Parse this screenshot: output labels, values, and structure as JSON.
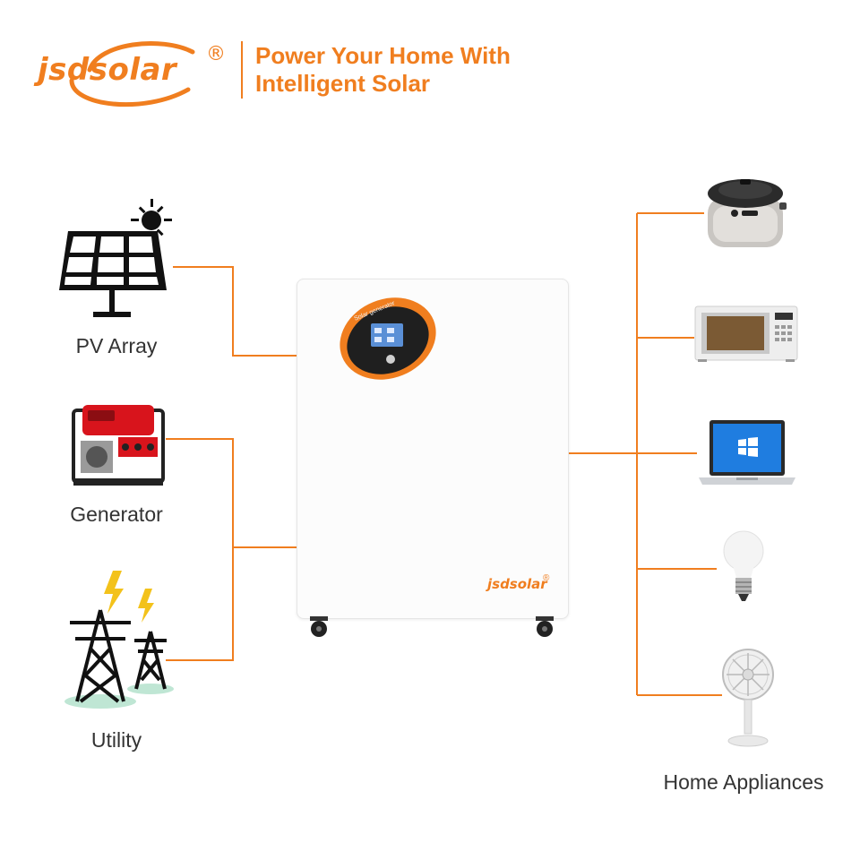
{
  "header": {
    "brand": "jsdsolar",
    "registered_mark": "®",
    "tagline_line1": "Power Your Home With",
    "tagline_line2": "Intelligent Solar"
  },
  "inputs": {
    "pv_array": "PV Array",
    "generator": "Generator",
    "utility": "Utility"
  },
  "outputs": {
    "label": "Home Appliances",
    "items": [
      "rice-cooker",
      "microwave",
      "laptop",
      "light-bulb",
      "desk-fan"
    ]
  },
  "unit": {
    "brand": "jsdsolar",
    "registered_mark": "®",
    "screen_label": "Solar generator"
  },
  "colors": {
    "accent": "#f07e1f",
    "wire": "#f07e1f",
    "text": "#333333"
  }
}
